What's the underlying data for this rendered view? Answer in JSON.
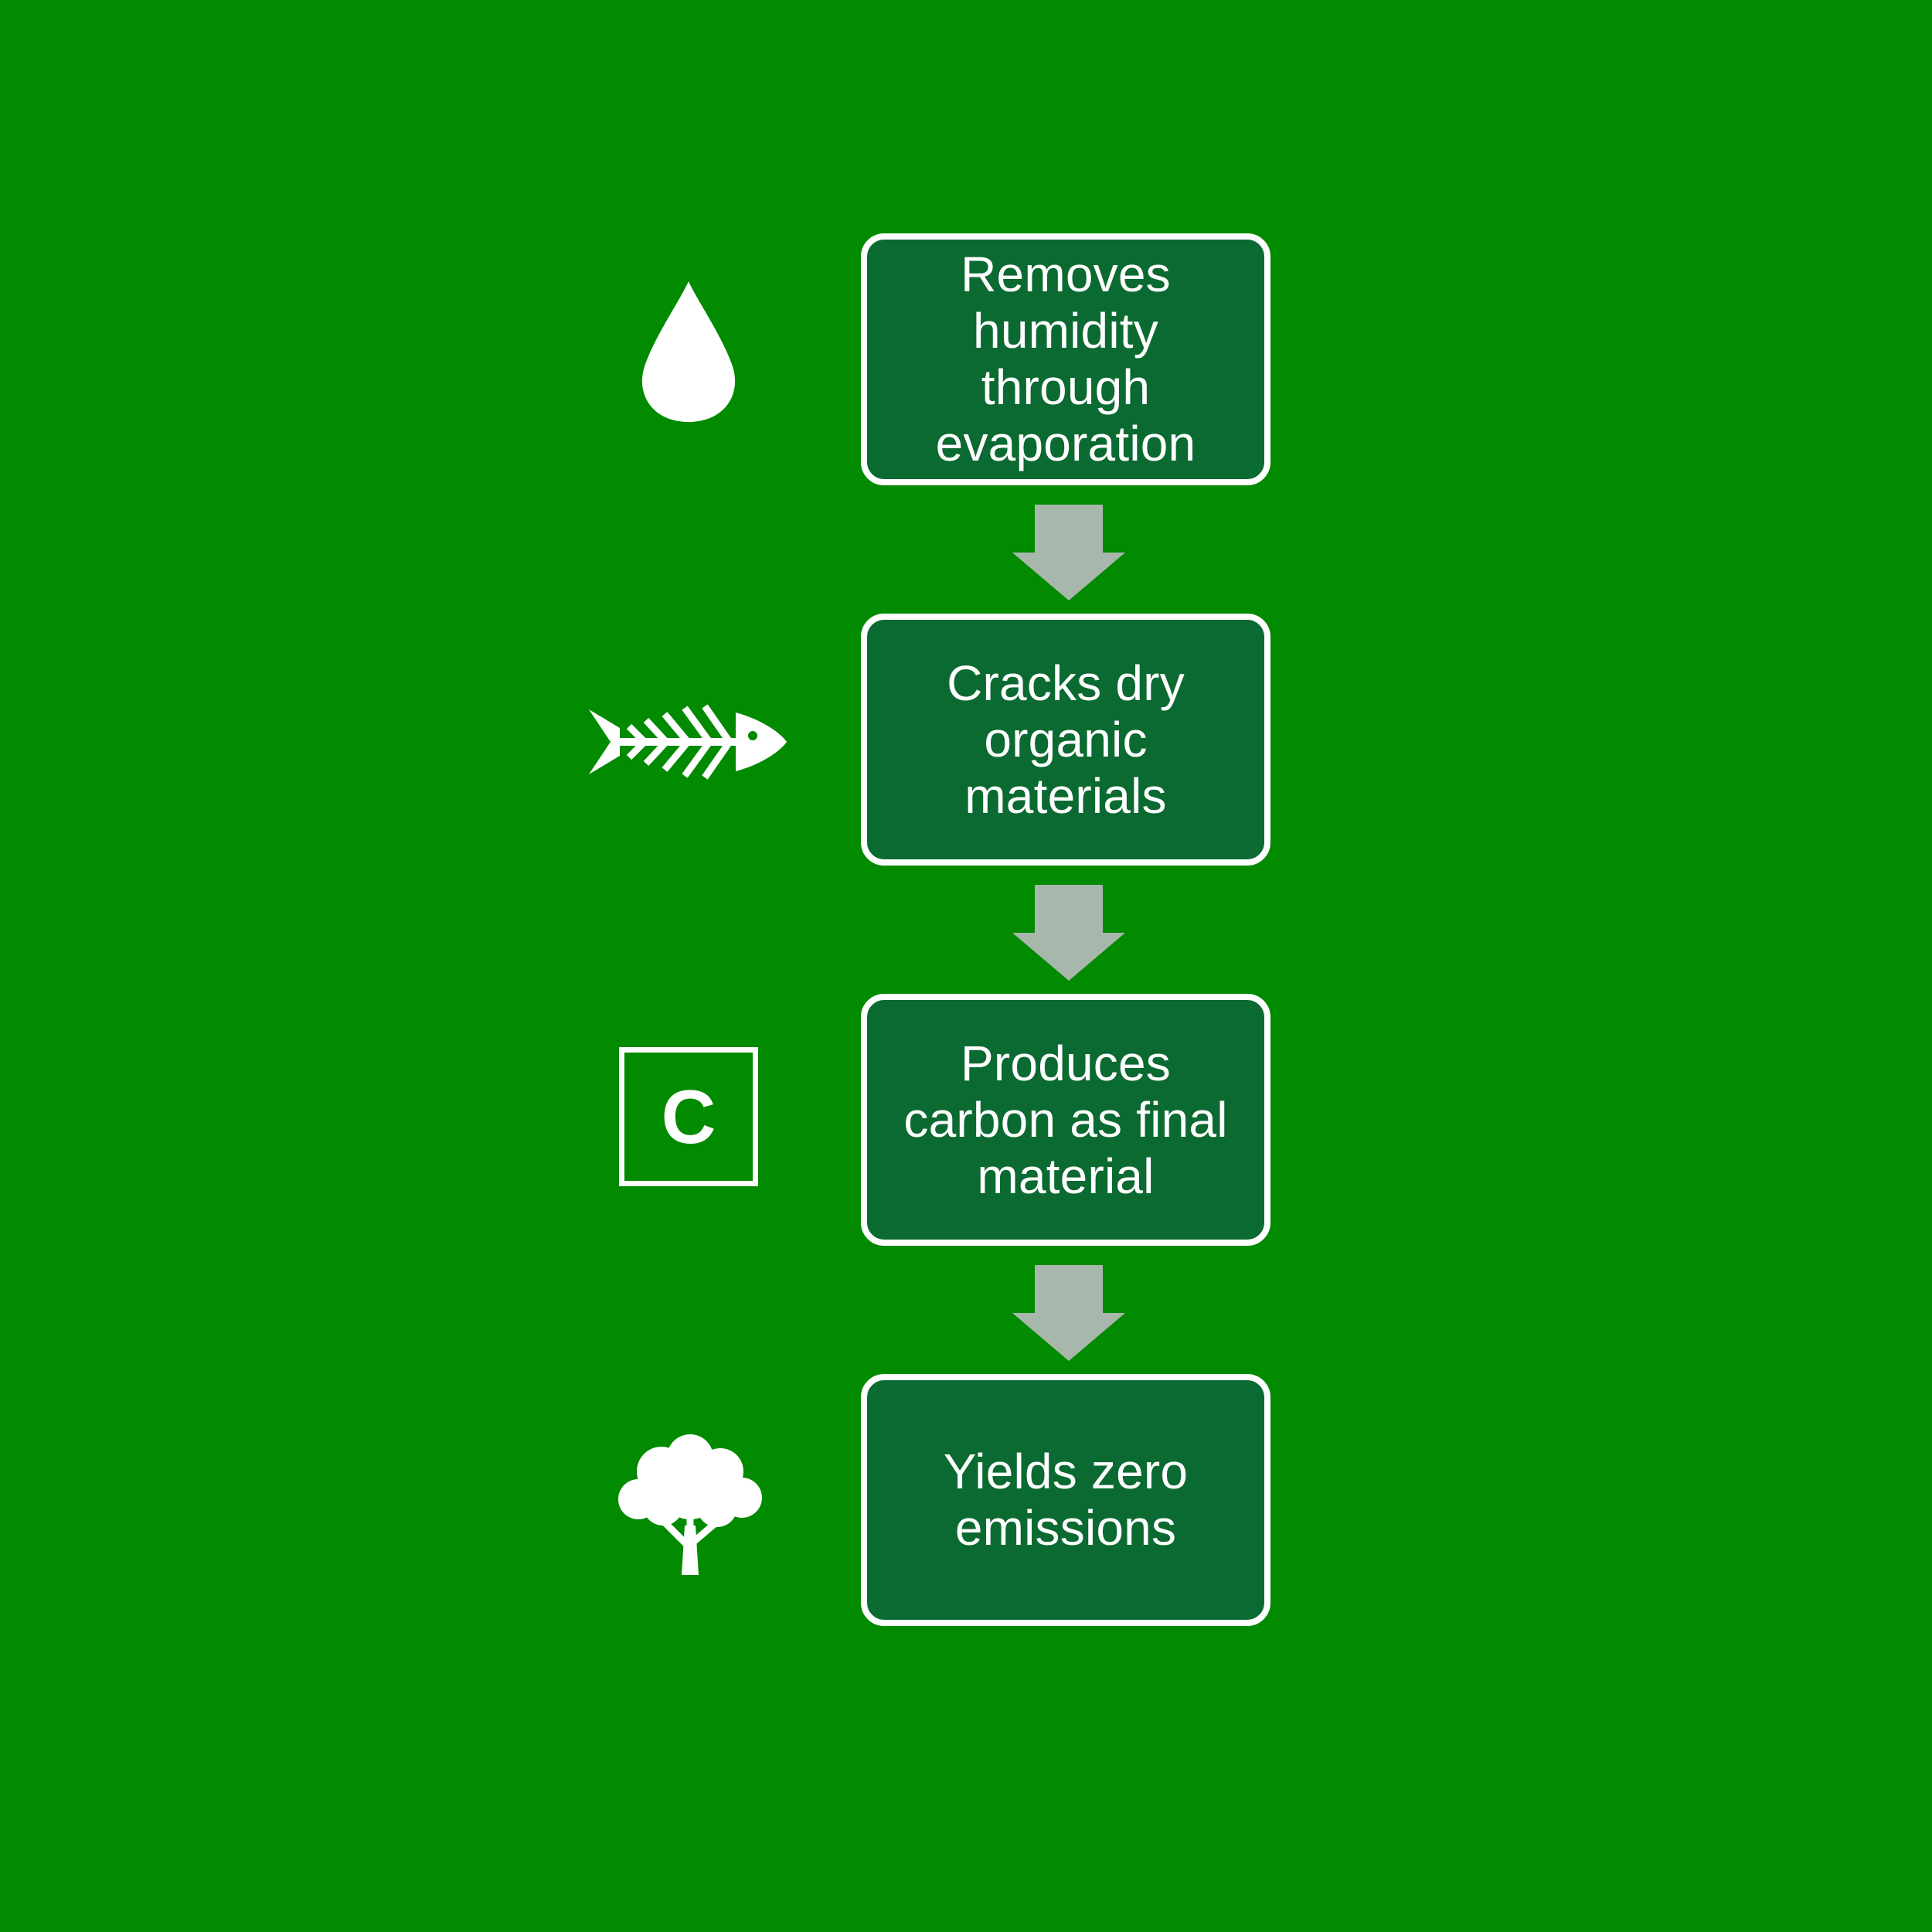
{
  "colors": {
    "background": "#028A00",
    "box_fill": "#0B6A31",
    "box_border": "#FFFFFF",
    "arrow": "#A8B7AC",
    "icon": "#FFFFFF"
  },
  "steps": [
    {
      "text": "Removes humidity through evaporation",
      "icon": "water-drop-icon"
    },
    {
      "text": "Cracks dry organic materials",
      "icon": "fish-bone-icon"
    },
    {
      "text": "Produces carbon as final material",
      "icon": "carbon-element-icon",
      "icon_text": "C"
    },
    {
      "text": "Yields zero emissions",
      "icon": "tree-icon"
    }
  ]
}
